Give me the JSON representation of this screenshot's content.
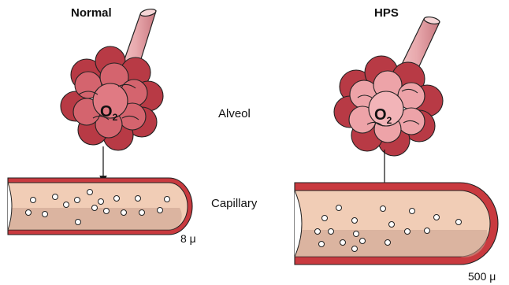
{
  "panels": {
    "normal": {
      "title": "Normal",
      "oxygen": "O",
      "oxygen_sub": "2",
      "size_label": "8 μ"
    },
    "hps": {
      "title": "HPS",
      "oxygen": "O",
      "oxygen_sub": "2",
      "size_label": "500 μ"
    }
  },
  "labels": {
    "alveol": "Alveol",
    "capillary": "Capillary"
  },
  "colors": {
    "bronchus": "#e8a9ad",
    "alveolus_dark": "#b83a45",
    "alveolus_mid": "#d4646e",
    "alveolus_light": "#eda3a8",
    "vessel_wall": "#c93a3f",
    "plasma": "#f1cdb6",
    "plasma_deep": "#c9a08e"
  }
}
